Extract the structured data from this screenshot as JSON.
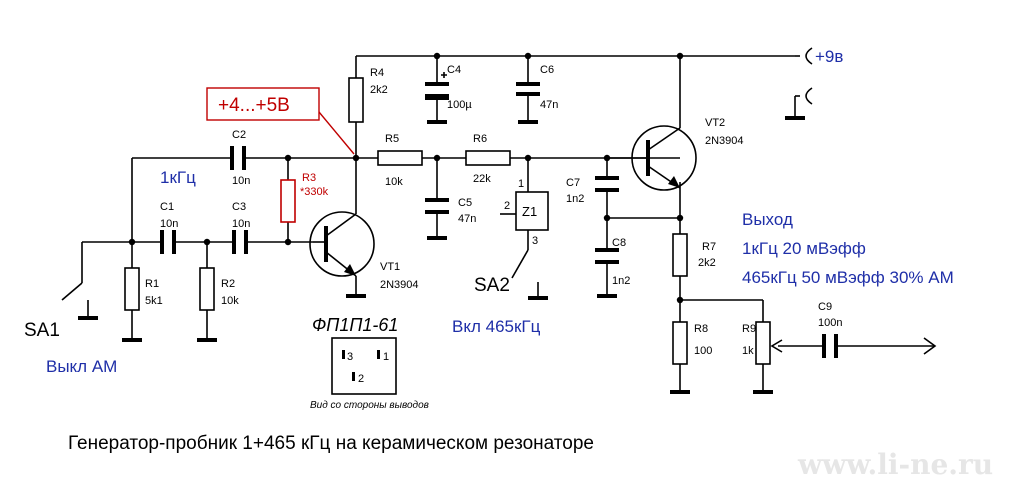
{
  "title": "Генератор-пробник 1+465 кГц на керамическом резонаторе",
  "watermark": "www.li-ne.ru",
  "supply": "+9в",
  "bias_note": "+4...+5В",
  "labels": {
    "freq1k": "1кГц",
    "sa1": "SA1",
    "sa1_note": "Выкл АМ",
    "sa2": "SA2",
    "sa2_note": "Вкл 465кГц",
    "resonator_part": "ФП1П1-61",
    "view_note": "Вид со стороны выводов",
    "pin1": "1",
    "pin2": "2",
    "pin3": "3",
    "z1_pin2": "2",
    "z1_pin1": "1",
    "z1_pin3": "3",
    "out_title": "Выход",
    "out_1k": "1кГц 20 мВэфф",
    "out_465": "465кГц 50 мВэфф 30% АМ"
  },
  "components": {
    "R1": {
      "name": "R1",
      "value": "5k1"
    },
    "R2": {
      "name": "R2",
      "value": "10k"
    },
    "R3": {
      "name": "R3",
      "value": "*330k"
    },
    "R4": {
      "name": "R4",
      "value": "2k2"
    },
    "R5": {
      "name": "R5",
      "value": "10k"
    },
    "R6": {
      "name": "R6",
      "value": "22k"
    },
    "R7": {
      "name": "R7",
      "value": "2k2"
    },
    "R8": {
      "name": "R8",
      "value": "100"
    },
    "R9": {
      "name": "R9",
      "value": "1k"
    },
    "C1": {
      "name": "C1",
      "value": "10n"
    },
    "C2": {
      "name": "C2",
      "value": "10n"
    },
    "C3": {
      "name": "C3",
      "value": "10n"
    },
    "C4": {
      "name": "C4",
      "value": "100µ"
    },
    "C5": {
      "name": "C5",
      "value": "47n"
    },
    "C6": {
      "name": "C6",
      "value": "47n"
    },
    "C7": {
      "name": "C7",
      "value": "1n2"
    },
    "C8": {
      "name": "C8",
      "value": "1n2"
    },
    "C9": {
      "name": "C9",
      "value": "100n"
    },
    "VT1": {
      "name": "VT1",
      "value": "2N3904"
    },
    "VT2": {
      "name": "VT2",
      "value": "2N3904"
    },
    "Z1": {
      "name": "Z1"
    }
  }
}
